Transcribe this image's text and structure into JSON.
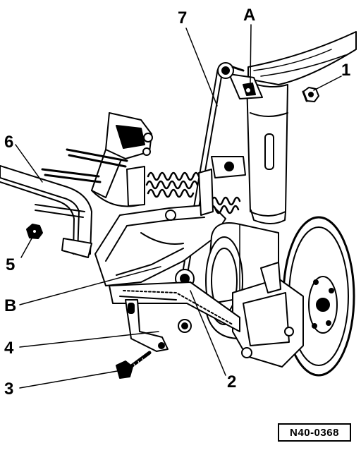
{
  "figure": {
    "callouts": {
      "c1": "1",
      "c2": "2",
      "c3": "3",
      "c4": "4",
      "c5": "5",
      "c6": "6",
      "c7": "7",
      "cA": "A",
      "cB": "B"
    },
    "code": "N40-0368",
    "colors": {
      "ink": "#000000",
      "paper": "#ffffff"
    }
  }
}
